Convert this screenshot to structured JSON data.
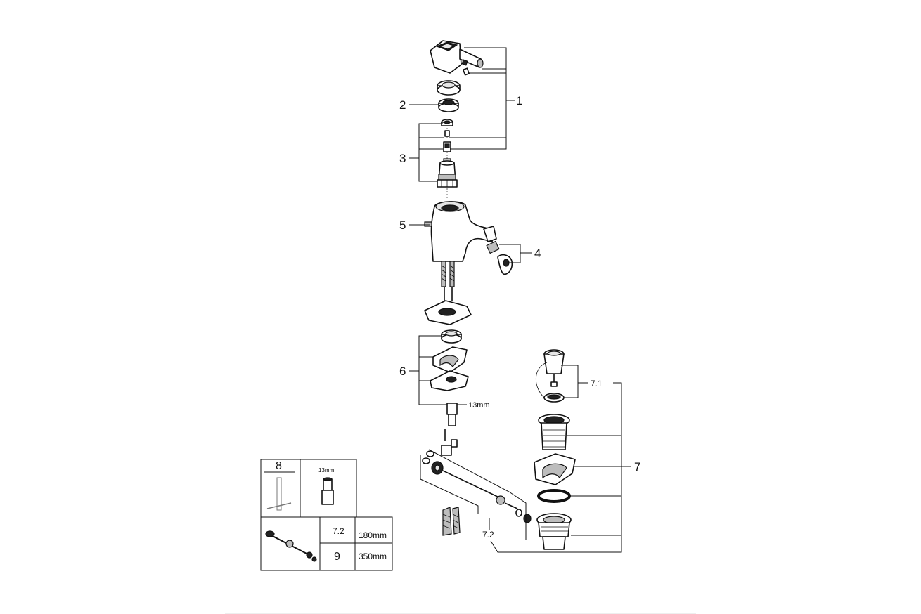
{
  "callouts": {
    "c1": "1",
    "c2": "2",
    "c3": "3",
    "c4": "4",
    "c5": "5",
    "c6": "6",
    "c7": "7",
    "c7_1": "7.1",
    "c7_2": "7.2",
    "nut_size": "13mm"
  },
  "legend": {
    "tool_number": "8",
    "tool_size": "13mm",
    "rod_codes": [
      "7.2",
      "9"
    ],
    "rod_lengths": [
      "180mm",
      "350mm"
    ]
  }
}
